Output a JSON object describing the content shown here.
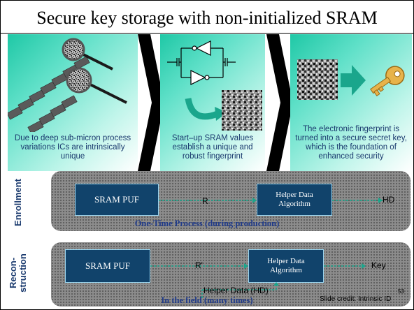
{
  "title": "Secure key storage with non-initialized SRAM",
  "panels": [
    {
      "caption": "Due to deep sub-micron process variations ICs are intrinsically unique"
    },
    {
      "caption": "Start–up SRAM values establish a unique and robust fingerprint"
    },
    {
      "caption": "The electronic fingerprint is turned into a secure secret key, which is the foundation of enhanced security"
    }
  ],
  "enrollment": {
    "side_label": "Enrollment",
    "puf_label": "SRAM PUF",
    "r_label": "R",
    "helper_label": "Helper Data Algorithm",
    "output_label": "HD",
    "band_label": "One-Time Process (during production)"
  },
  "reconstruction": {
    "side_label_1": "Recon-",
    "side_label_2": "struction",
    "puf_label": "SRAM PUF",
    "r_label": "R'",
    "helper_label": "Helper Data Algorithm",
    "output_label": "Key",
    "hd_label": "Helper Data (HD)",
    "band_label": "In the field (many times)"
  },
  "credit": "Slide credit: Intrinsic ID",
  "slide_number": "53",
  "colors": {
    "panel": "#1fc8a6",
    "arrow": "#1aa68c",
    "box": "#11436b",
    "band": "#8c8c8c",
    "caption": "#1a3a6e"
  }
}
